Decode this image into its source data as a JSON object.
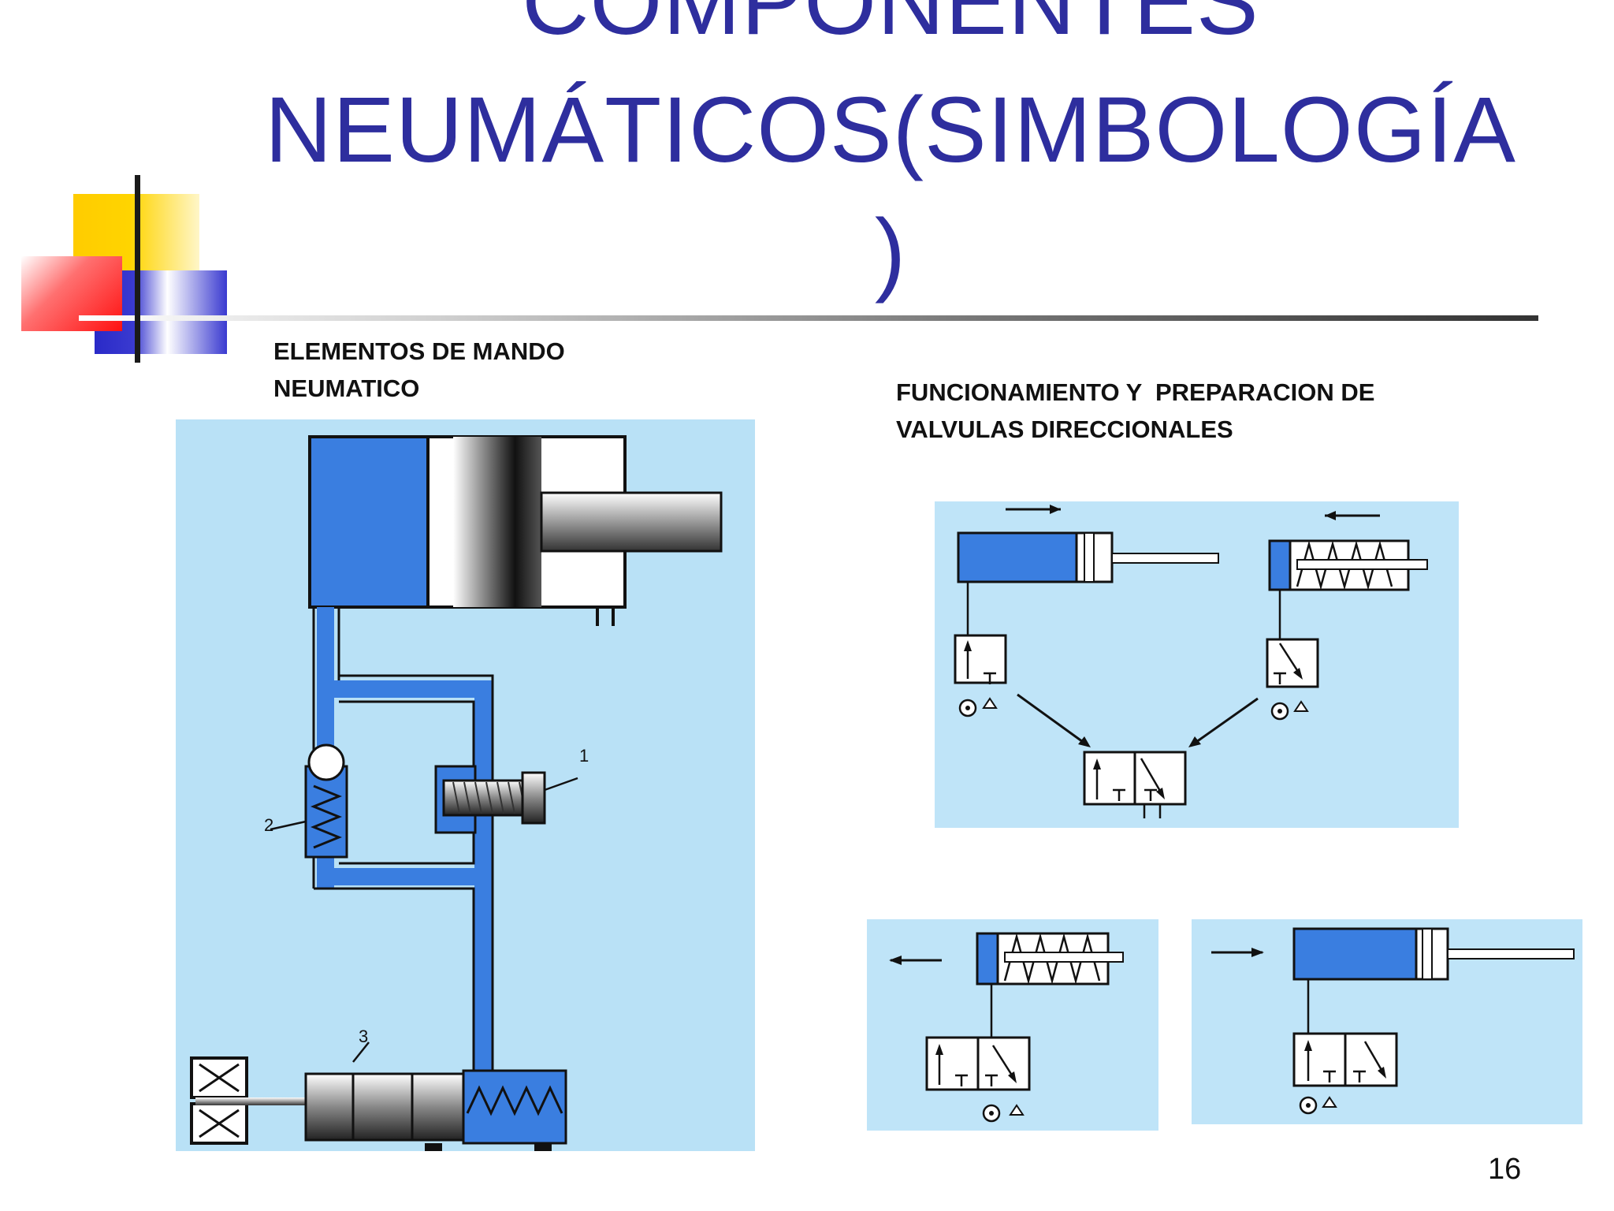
{
  "slide": {
    "title_lines": [
      "COMPONENTES",
      "NEUMÁTICOS(SIMBOLOGÍA",
      ")"
    ],
    "left_heading": "ELEMENTOS DE MANDO\nNEUMATICO",
    "right_heading": "FUNCIONAMIENTO Y  PREPARACION DE\nVALVULAS DIRECCIONALES",
    "page_number": "16"
  },
  "figure_left": {
    "callouts": [
      "1",
      "2",
      "3"
    ]
  },
  "colors": {
    "title": "#2e2e9e",
    "panel_background": "#b9e1f6",
    "pneumatic_blue": "#3a7ee0",
    "deco_yellow": "#ffd200",
    "deco_red": "#ff2020",
    "deco_blue": "#3333cc"
  }
}
